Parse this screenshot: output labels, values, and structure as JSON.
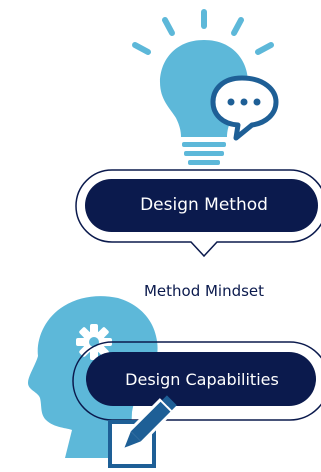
{
  "design_method": {
    "label": "Design Method"
  },
  "method_mindset": {
    "text": "Method Mindset"
  },
  "design_capabilities": {
    "label": "Design Capabilities"
  },
  "colors": {
    "accent_light_blue": "#5db8d9",
    "navy": "#0b1a4d",
    "bubble_border": "#1e5f96",
    "white": "#ffffff"
  },
  "icons": [
    "lightbulb-icon",
    "speech-bubble-icon",
    "head-icon",
    "gear-icon",
    "pencil-icon",
    "checkbox-icon"
  ]
}
